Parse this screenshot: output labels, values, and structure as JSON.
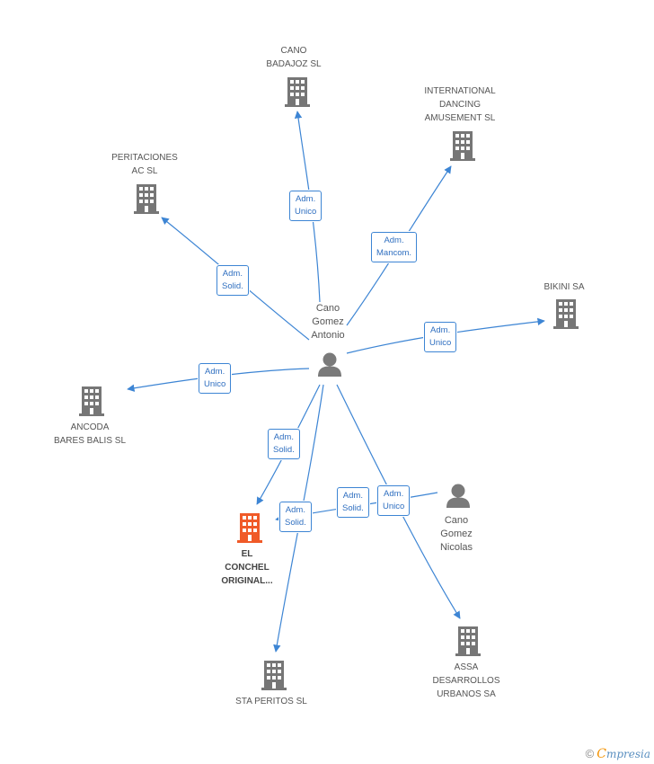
{
  "colors": {
    "edge": "#3d85d4",
    "building": "#767676",
    "focus": "#f05a28",
    "person": "#7a7a7a"
  },
  "center_person": {
    "name": "Cano\nGomez\nAntonio",
    "icon": "person-icon"
  },
  "second_person": {
    "name": "Cano\nGomez\nNicolas",
    "icon": "person-icon"
  },
  "companies": {
    "cano_badajoz": "CANO\nBADAJOZ SL",
    "international": "INTERNATIONAL\nDANCING\nAMUSEMENT SL",
    "peritaciones": "PERITACIONES\nAC SL",
    "bikini": "BIKINI SA",
    "ancoda": "ANCODA\nBARES BALIS SL",
    "el_conchel": "EL\nCONCHEL\nORIGINAL...",
    "sta_peritos": "STA PERITOS SL",
    "assa": "ASSA\nDESARROLLOS\nURBANOS SA"
  },
  "edge_labels": {
    "to_cano_badajoz": "Adm.\nUnico",
    "to_international": "Adm.\nMancom.",
    "to_peritaciones": "Adm.\nSolid.",
    "to_bikini": "Adm.\nUnico",
    "to_ancoda": "Adm.\nUnico",
    "to_el_conchel": "Adm.\nSolid.",
    "to_sta_peritos": "Adm.\nSolid.",
    "to_assa": "Adm.\nUnico",
    "nicolas_to_el_conchel": "Adm.\nSolid."
  },
  "brand": {
    "copyright": "©",
    "first_letter": "C",
    "rest": "mpresia"
  }
}
